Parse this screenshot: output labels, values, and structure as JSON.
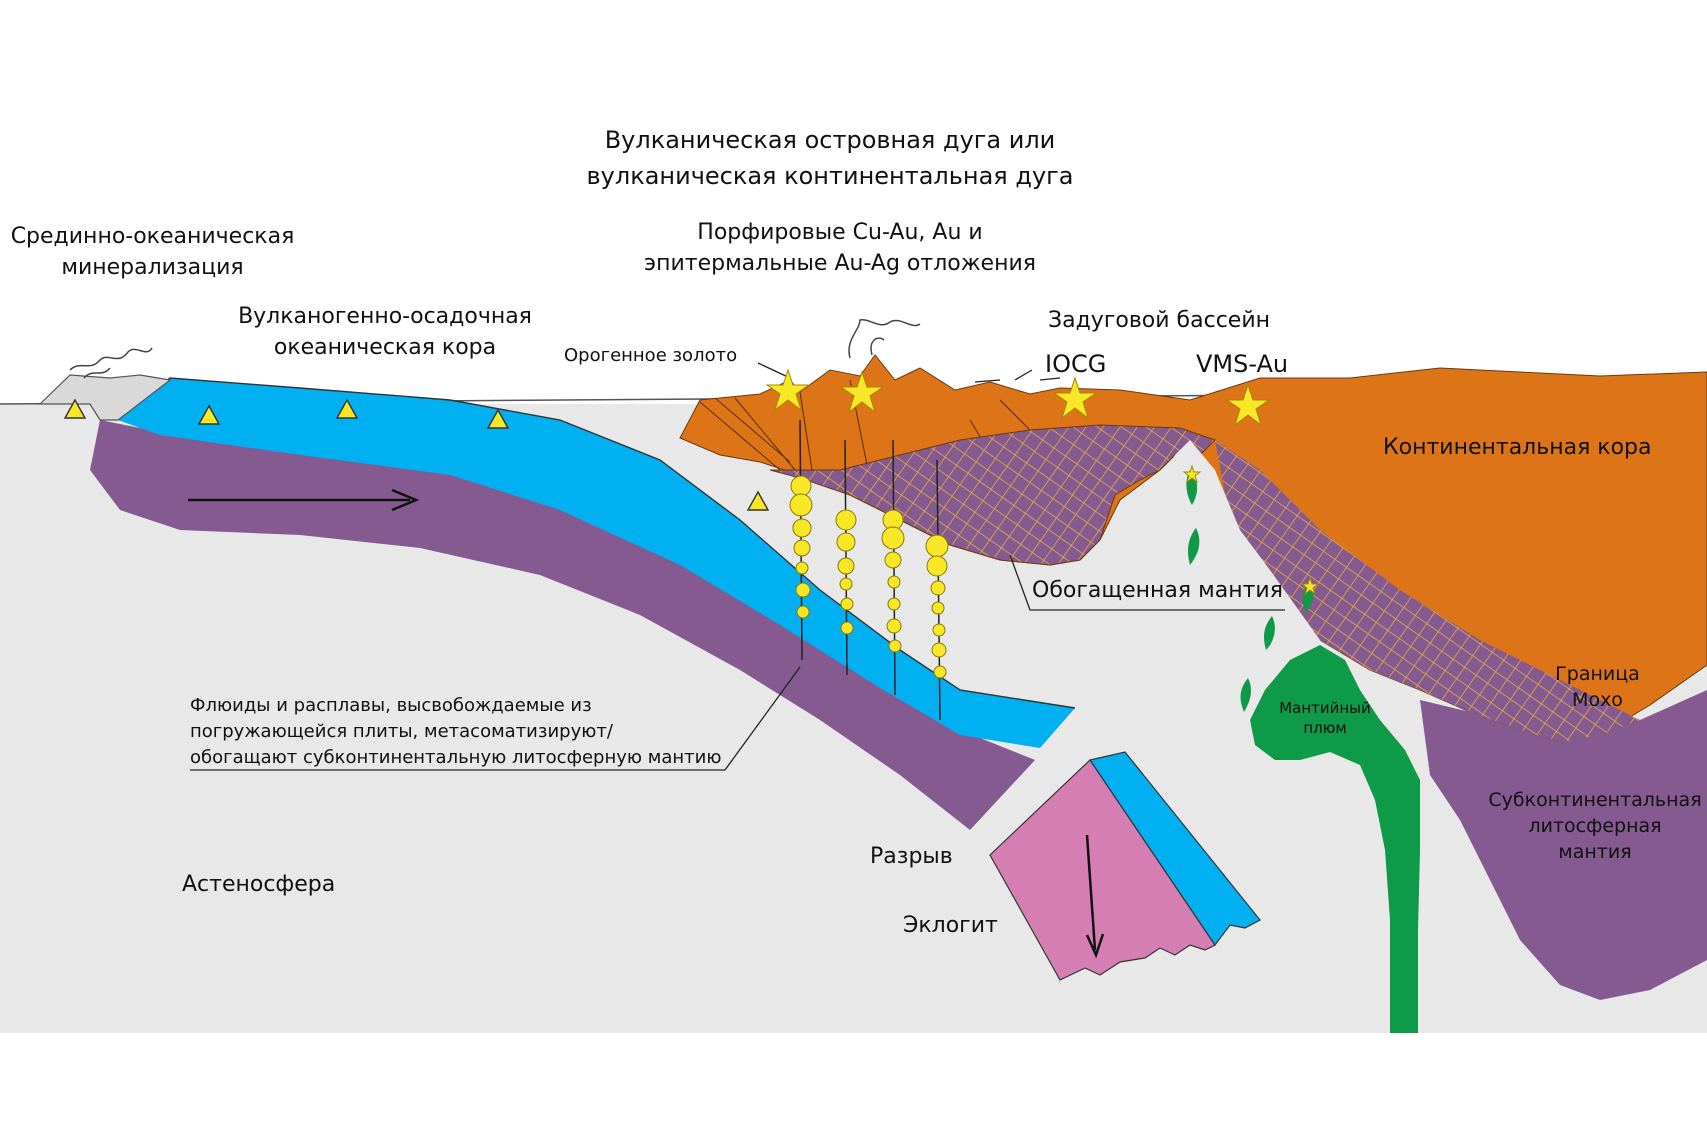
{
  "title": {
    "line1": "Вулканическая островная дуга или",
    "line2": "вулканическая континентальная дуга"
  },
  "labels": {
    "mid_ocean_1": "Срединно-океаническая",
    "mid_ocean_2": "минерализация",
    "volcano_crust_1": "Вулканогенно-осадочная",
    "volcano_crust_2": "океаническая кора",
    "porphyry_1": "Порфировые Cu-Au, Au и",
    "porphyry_2": "эпитермальные Au-Ag отложения",
    "orogenic_gold": "Орогенное золото",
    "backarc": "Задуговой бассейн",
    "iocg": "IOCG",
    "vms": "VMS-Au",
    "continental_crust": "Континентальная кора",
    "enriched_mantle": "Обогащенная мантия",
    "plume_1": "Мантийный",
    "plume_2": "плюм",
    "moho_1": "Граница",
    "moho_2": "Мохо",
    "sclm_1": "Субконтинентальная",
    "sclm_2": "литосферная",
    "sclm_3": "мантия",
    "fluids_1": "Флюиды и расплавы, высвобождаемые из",
    "fluids_2": "погружающейся плиты, метасоматизируют/",
    "fluids_3": "обогащают субконтинентальную литосферную мантию",
    "break": "Разрыв",
    "eclogite": "Эклогит",
    "asthenosphere": "Астеносфера"
  },
  "colors": {
    "asthenosphere": "#e8e8e8",
    "oceanic_crust": "#00b0f0",
    "lithosphere": "#845a91",
    "continental_crust": "#dd7418",
    "eclogite": "#d47eb3",
    "plume": "#0e9a48",
    "mineral_yellow": "#f7e727",
    "hatch": "#e8a84a"
  }
}
